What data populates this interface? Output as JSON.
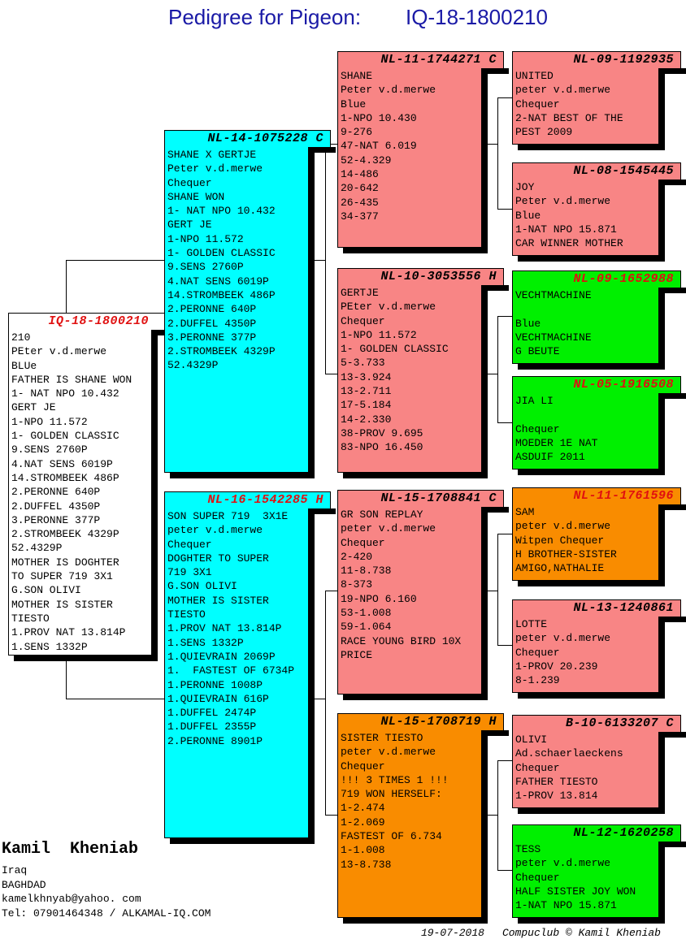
{
  "title": {
    "label": "Pedigree for Pigeon:",
    "ring": "IQ-18-1800210"
  },
  "colors": {
    "title_blue": "#1A1AA6",
    "header_red": "#E01010",
    "box_cyan": "#00FFFF",
    "box_salmon": "#F88585",
    "box_green": "#00F000",
    "box_orange": "#F98C00",
    "box_white": "#FFFFFF",
    "shadow_black": "#000000"
  },
  "boxes": {
    "subject": {
      "ring": "IQ-18-1800210",
      "lines": [
        "210",
        "PEter v.d.merwe",
        "BLUe",
        "FATHER IS SHANE WON",
        "1- NAT NPO 10.432",
        "GERT JE",
        "1-NPO 11.572",
        "1- GOLDEN CLASSIC",
        "9.SENS 2760P",
        "4.NAT SENS 6019P",
        "14.STROMBEEK 486P",
        "2.PERONNE 640P",
        "2.DUFFEL 4350P",
        "3.PERONNE 377P",
        "2.STROMBEEK 4329P",
        "52.4329P",
        "MOTHER IS DOGHTER",
        "TO SUPER 719 3X1",
        "G.SON OLIVI",
        "MOTHER IS SISTER",
        "TIESTO",
        "1.PROV NAT 13.814P",
        "1.SENS 1332P"
      ]
    },
    "sire": {
      "ring": "NL-14-1075228 C",
      "lines": [
        "SHANE X GERTJE",
        "Peter v.d.merwe",
        "Chequer",
        "SHANE WON",
        "1- NAT NPO 10.432",
        "GERT JE",
        "1-NPO 11.572",
        "1- GOLDEN CLASSIC",
        "9.SENS 2760P",
        "4.NAT SENS 6019P",
        "14.STROMBEEK 486P",
        "2.PERONNE 640P",
        "2.DUFFEL 4350P",
        "3.PERONNE 377P",
        "2.STROMBEEK 4329P",
        "52.4329P"
      ]
    },
    "dam": {
      "ring": "NL-16-1542285 H",
      "lines": [
        "SON SUPER 719  3X1E",
        "peter v.d.merwe",
        "Chequer",
        "DOGHTER TO SUPER",
        "719 3X1",
        "G.SON OLIVI",
        "MOTHER IS SISTER",
        "TIESTO",
        "1.PROV NAT 13.814P",
        "1.SENS 1332P",
        "1.QUIEVRAIN 2069P",
        "1.  FASTEST OF 6734P",
        "1.PERONNE 1008P",
        "1.QUIEVRAIN 616P",
        "1.DUFFEL 2474P",
        "1.DUFFEL 2355P",
        "2.PERONNE 8901P"
      ]
    },
    "sire_sire": {
      "ring": "NL-11-1744271 C",
      "lines": [
        "SHANE",
        "Peter v.d.merwe",
        "Blue",
        "1-NPO 10.430",
        "9-276",
        "47-NAT 6.019",
        "52-4.329",
        "14-486",
        "20-642",
        "26-435",
        "34-377"
      ]
    },
    "sire_dam": {
      "ring": "NL-10-3053556 H",
      "lines": [
        "GERTJE",
        "PEter v.d.merwe",
        "Chequer",
        "1-NPO 11.572",
        "1- GOLDEN CLASSIC",
        "5-3.733",
        "13-3.924",
        "13-2.711",
        "17-5.184",
        "14-2.330",
        "38-PROV 9.695",
        "83-NPO 16.450"
      ]
    },
    "dam_sire": {
      "ring": "NL-15-1708841 C",
      "lines": [
        "GR SON REPLAY",
        "peter v.d.merwe",
        "Chequer",
        "2-420",
        "11-8.738",
        "8-373",
        "19-NPO 6.160",
        "53-1.008",
        "59-1.064",
        "RACE YOUNG BIRD 10X",
        "PRICE"
      ]
    },
    "dam_dam": {
      "ring": "NL-15-1708719 H",
      "lines": [
        "SISTER TIESTO",
        "peter v.d.merwe",
        "Chequer",
        "!!! 3 TIMES 1 !!!",
        "719 WON HERSELF:",
        "1-2.474",
        "1-2.069",
        "FASTEST OF 6.734",
        "1-1.008",
        "13-8.738"
      ]
    },
    "sire_sire_sire": {
      "ring": "NL-09-1192935",
      "lines": [
        "UNITED",
        "peter v.d.merwe",
        "Chequer",
        "2-NAT BEST OF THE",
        "PEST 2009"
      ]
    },
    "sire_sire_dam": {
      "ring": "NL-08-1545445",
      "lines": [
        "JOY",
        "Peter v.d.merwe",
        "Blue",
        "1-NAT NPO 15.871",
        "CAR WINNER MOTHER"
      ]
    },
    "sire_dam_sire": {
      "ring": "NL-09-1652988",
      "lines": [
        "VECHTMACHINE",
        "",
        "Blue",
        "VECHTMACHINE",
        "G BEUTE"
      ]
    },
    "sire_dam_dam": {
      "ring": "NL-05-1916508",
      "lines": [
        "JIA LI",
        "",
        "Chequer",
        "MOEDER 1E NAT",
        "ASDUIF 2011"
      ]
    },
    "dam_sire_sire": {
      "ring": "NL-11-1761596",
      "lines": [
        "SAM",
        "peter v.d.merwe",
        "Witpen Chequer",
        "H BROTHER-SISTER",
        "AMIGO,NATHALIE"
      ]
    },
    "dam_sire_dam": {
      "ring": "NL-13-1240861",
      "lines": [
        "LOTTE",
        "peter v.d.merwe",
        "Chequer",
        "1-PROV 20.239",
        "8-1.239"
      ]
    },
    "dam_dam_sire": {
      "ring": "B-10-6133207 C",
      "lines": [
        "OLIVI",
        "Ad.schaerlaeckens",
        "Chequer",
        "FATHER TIESTO",
        "1-PROV 13.814"
      ]
    },
    "dam_dam_dam": {
      "ring": "NL-12-1620258",
      "lines": [
        "TESS",
        "peter v.d.merwe",
        "Chequer",
        "HALF SISTER JOY WON",
        "1-NAT NPO 15.871"
      ]
    }
  },
  "owner": {
    "name": "Kamil  Kheniab",
    "details": [
      "Iraq",
      "BAGHDAD",
      "kamelkhnyab@yahoo. com",
      "Tel: 07901464348 / ALKAMAL-IQ.COM"
    ]
  },
  "footer": {
    "date": "19-07-2018",
    "credit": "Compuclub © Kamil  Kheniab"
  }
}
